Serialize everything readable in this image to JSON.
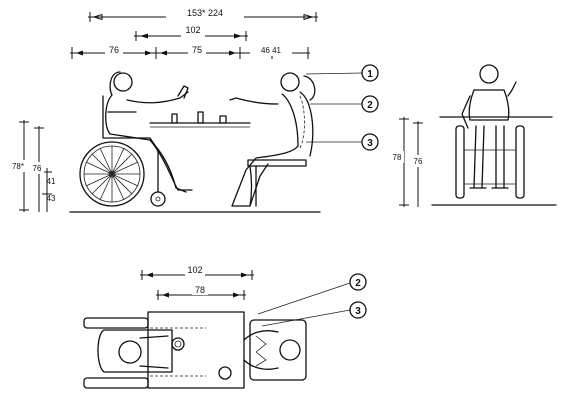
{
  "side_view": {
    "dims_top": {
      "overall": "153*  224",
      "middle": "102",
      "left": "76",
      "center": "75",
      "right": "46  41"
    },
    "dims_left": {
      "a": "78*",
      "b": "76",
      "c": "41",
      "d": "43"
    },
    "callouts": [
      "1",
      "2",
      "3"
    ]
  },
  "front_view": {
    "dims_left": {
      "a": "78",
      "b": "76"
    }
  },
  "plan_view": {
    "dims_top": {
      "outer": "102",
      "inner": "78"
    },
    "callouts": [
      "2",
      "3"
    ]
  }
}
